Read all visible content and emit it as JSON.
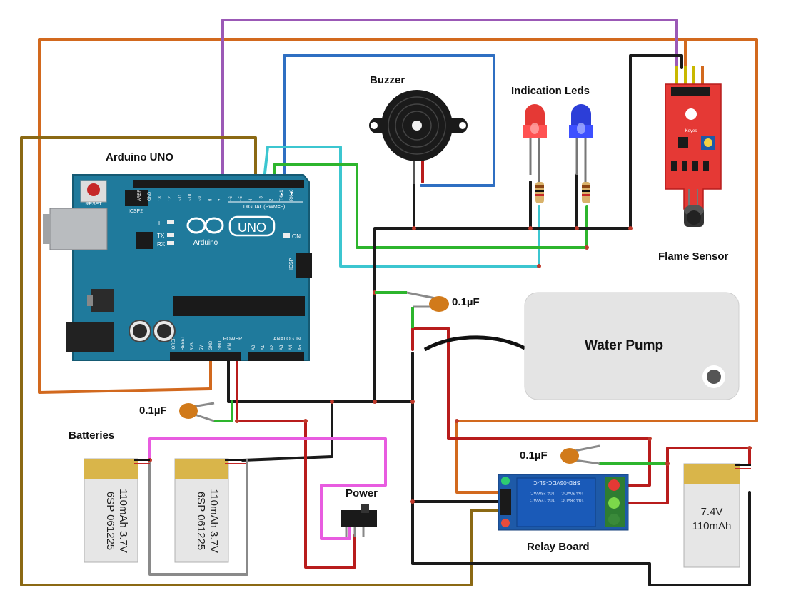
{
  "labels": {
    "arduino": "Arduino UNO",
    "buzzer": "Buzzer",
    "leds": "Indication Leds",
    "flame_sensor": "Flame Sensor",
    "water_pump": "Water Pump",
    "batteries": "Batteries",
    "power": "Power",
    "relay_board": "Relay Board",
    "cap_top": "0.1µF",
    "cap_left": "0.1µF",
    "cap_relay": "0.1µF"
  },
  "arduino_board": {
    "logo_text": "UNO",
    "brand": "Arduino",
    "reset": "RESET",
    "icsp2": "ICSP2",
    "icsp": "ICSP",
    "digital": "DIGITAL (PWM=~)",
    "power": "POWER",
    "analog": "ANALOG IN",
    "on": "ON",
    "l": "L",
    "tx": "TX",
    "rx": "RX",
    "digital_pins": [
      "AREF",
      "GND",
      "13",
      "12",
      "~11",
      "~10",
      "~9",
      "8",
      "7",
      "~6",
      "~5",
      "4",
      "~3",
      "2",
      "TX▶1",
      "RX◀0"
    ],
    "power_pins": [
      "IOREF",
      "RESET",
      "3V3",
      "5V",
      "GND",
      "GND",
      "VIN"
    ],
    "analog_pins": [
      "A0",
      "A1",
      "A2",
      "A3",
      "A4",
      "A5"
    ]
  },
  "batteries": [
    {
      "line1": "6SP 061225",
      "line2": "110mAh 3.7V"
    },
    {
      "line1": "6SP 061225",
      "line2": "110mAh 3.7V"
    }
  ],
  "pump_battery": {
    "line1": "7.4V",
    "line2": "110mAh"
  },
  "relay_text": {
    "model": "SRD-05VDC-SL-C",
    "rating1": "10A 250VAC",
    "rating2": "10A 125VAC",
    "rating3": "10A 30VDC",
    "rating4": "10A 28VDC"
  },
  "sensor_text": "Keyes",
  "colors": {
    "arduino_blue": "#1f7a9c",
    "wire_orange": "#d2691e",
    "wire_purple": "#9b59b6",
    "wire_olive": "#8b6914",
    "wire_blue": "#2f6fc2",
    "wire_cyan": "#3cc6d0",
    "wire_green": "#2db52d",
    "wire_black": "#1a1a1a",
    "wire_red": "#b81c1c",
    "wire_magenta": "#e85ce0",
    "wire_gray": "#8a8a8a",
    "sensor_red": "#e53935",
    "relay_blue": "#1e5aa8",
    "battery_gold": "#d9b54a",
    "capacitor": "#d17a1a"
  }
}
